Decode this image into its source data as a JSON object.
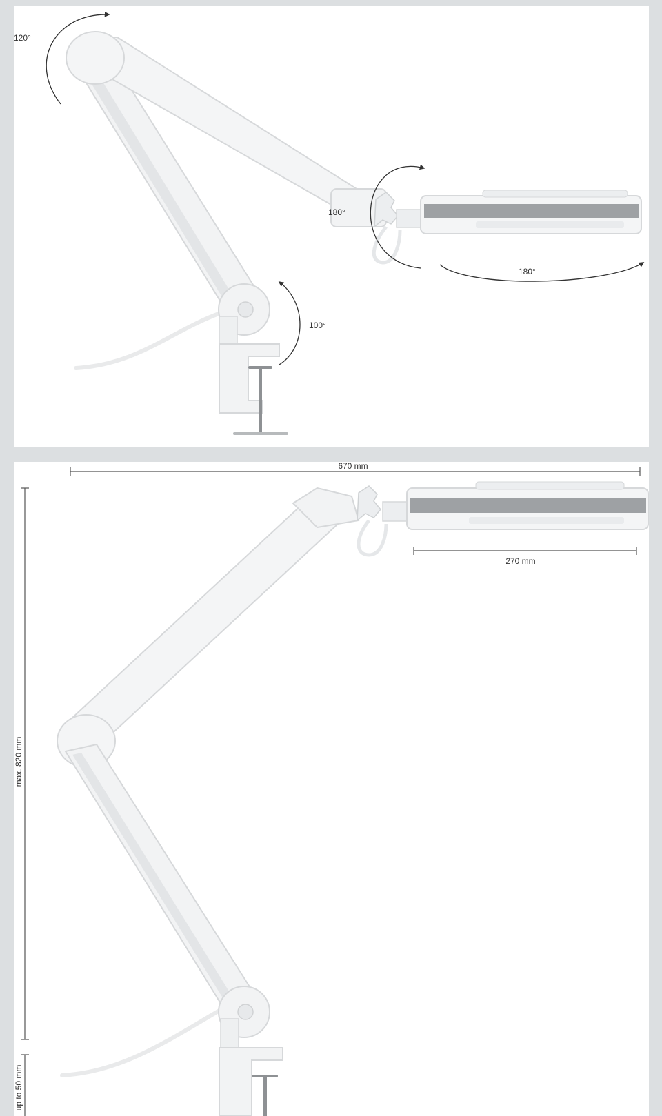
{
  "top_panel": {
    "annotations": {
      "rotation_upper_joint": "120°",
      "rotation_lower_joint": "100°",
      "rotation_head_joint": "180°",
      "rotation_head_swivel": "180°"
    }
  },
  "bottom_panel": {
    "dimensions": {
      "total_reach": "670 mm",
      "head_width": "270 mm",
      "max_height": "max. 820 mm",
      "clamp_range": "up to 50 mm"
    }
  },
  "colors": {
    "background": "#dcdfe1",
    "panel": "#ffffff",
    "lamp_body": "#f2f3f4",
    "lamp_edge": "#d8dadc",
    "lens_band": "#9ea1a4",
    "annotation": "#333333"
  }
}
